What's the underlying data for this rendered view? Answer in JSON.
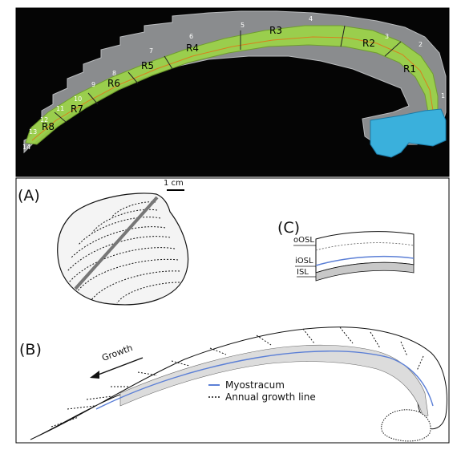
{
  "photo": {
    "regions": [
      "R1",
      "R2",
      "R3",
      "R4",
      "R5",
      "R6",
      "R7",
      "R8"
    ],
    "numbers": [
      "1",
      "2",
      "3",
      "4",
      "5",
      "6",
      "7",
      "8",
      "9",
      "10",
      "11",
      "12",
      "13",
      "14"
    ]
  },
  "scale_bar": "1 cm",
  "panels": {
    "a": "(A)",
    "b": "(B)",
    "c": "(C)"
  },
  "layers": {
    "outer": "oOSL",
    "inner": "iOSL",
    "inner_layer": "ISL"
  },
  "growth": "Growth",
  "legend": {
    "myostracum": "Myostracum",
    "growth_line": "Annual growth line",
    "myostracum_color": "#5b7fd6",
    "shell_fill": "#dcdcdc",
    "photo_green": "#9bd24a",
    "photo_blue": "#3ab0dc"
  }
}
